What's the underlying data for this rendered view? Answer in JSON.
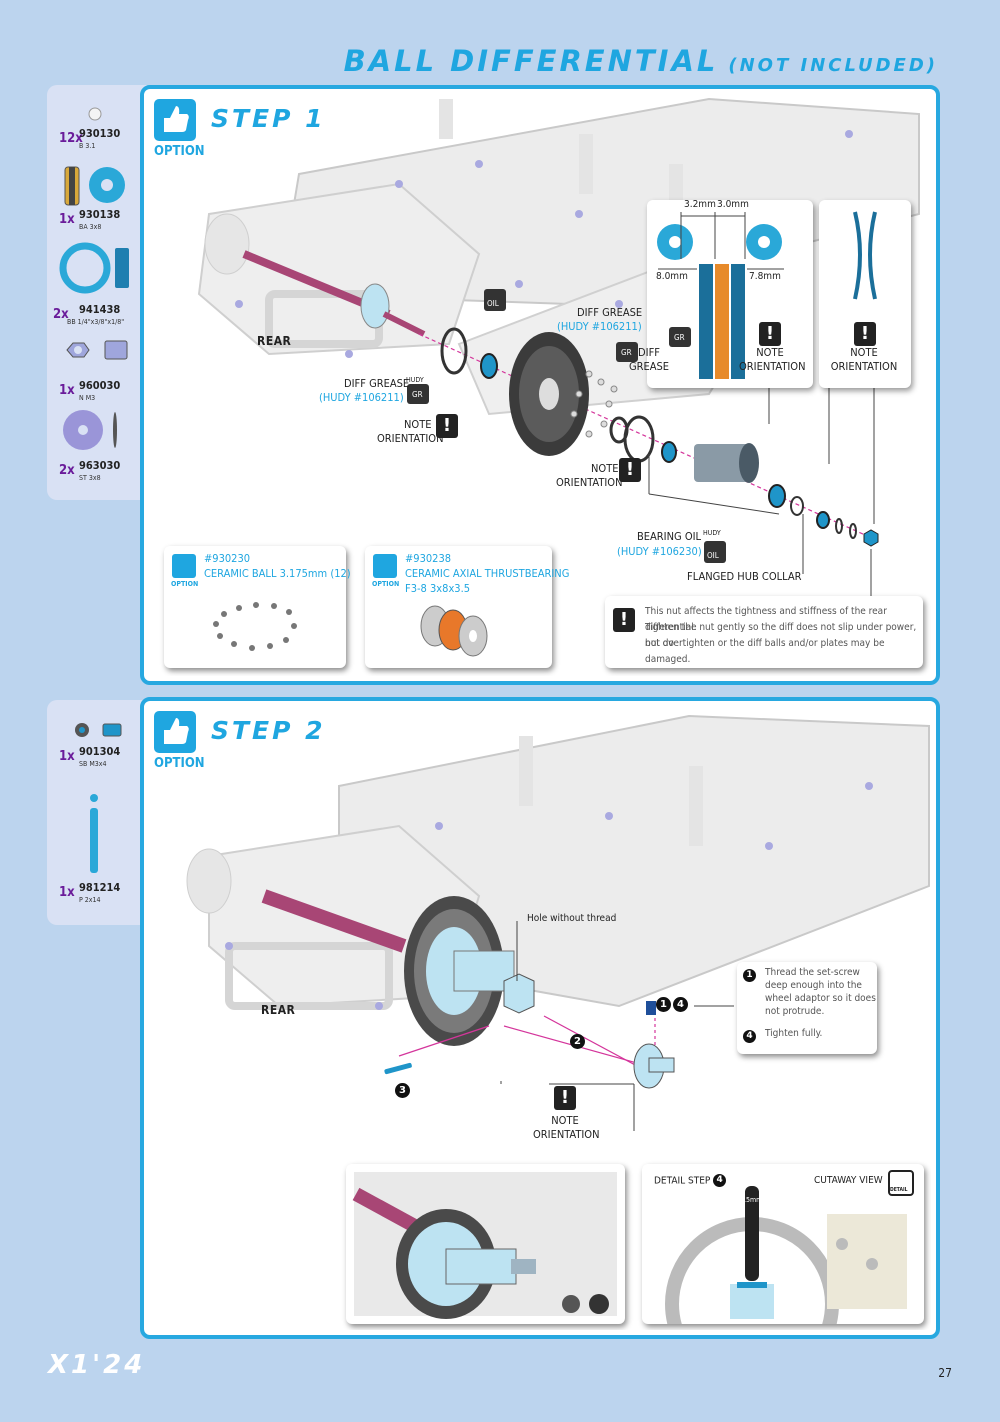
{
  "header": {
    "title": "BALL DIFFERENTIAL",
    "subtitle": "(NOT INCLUDED)"
  },
  "step1": {
    "title": "STEP  1",
    "option": "OPTION",
    "parts": [
      {
        "qty": "12x",
        "number": "930130",
        "desc": "B 3.1"
      },
      {
        "qty": "1x",
        "number": "930138",
        "desc": "BA 3x8"
      },
      {
        "qty": "2x",
        "number": "941438",
        "desc": "BB 1/4\"x3/8\"x1/8\""
      },
      {
        "qty": "1x",
        "number": "960030",
        "desc": "N M3"
      },
      {
        "qty": "2x",
        "number": "963030",
        "desc": "ST 3x8"
      }
    ],
    "rear": "REAR",
    "labels": {
      "diff_grease_left": "DIFF GREASE",
      "hudy_left": "(HUDY #106211)",
      "note_orient_1_a": "NOTE",
      "note_orient_1_b": "ORIENTATION",
      "diff_grease_top": "DIFF GREASE",
      "hudy_top": "(HUDY #106211)",
      "note_orient_2_a": "NOTE",
      "note_orient_2_b": "ORIENTATION",
      "bearing_oil": "BEARING OIL",
      "hudy_oil": "(HUDY #106230)",
      "flanged_hub_collar": "FLANGED HUB COLLAR",
      "gr": "GR",
      "oil": "OIL",
      "hudy_tag": "HUDY"
    },
    "detail_box": {
      "dim1": "3.2mm",
      "dim2": "3.0mm",
      "dim3": "8.0mm",
      "dim4": "7.8mm",
      "diff_a": "DIFF",
      "diff_b": "GREASE",
      "note_a": "NOTE",
      "note_b": "ORIENTATION"
    },
    "spring_box": {
      "note_a": "NOTE",
      "note_b": "ORIENTATION"
    },
    "option_cards": [
      {
        "part": "#930230",
        "name": "CERAMIC BALL 3.175mm  (12)",
        "option": "OPTION"
      },
      {
        "part": "#930238",
        "name": "CERAMIC AXIAL THRUSTBEARING",
        "name2": "F3-8 3x8x3.5",
        "option": "OPTION"
      }
    ],
    "note": {
      "line1": "This nut affects the tightness and stiffness of the rear differential.",
      "line2": "Tighten the nut gently so the diff does not slip under power, but do",
      "line3": "not overtighten or the diff balls and/or plates may be damaged."
    }
  },
  "step2": {
    "title": "STEP  2",
    "option": "OPTION",
    "parts": [
      {
        "qty": "1x",
        "number": "901304",
        "desc": "SB M3x4"
      },
      {
        "qty": "1x",
        "number": "981214",
        "desc": "P 2x14"
      }
    ],
    "rear": "REAR",
    "hole_without_thread": "Hole without thread",
    "note_a": "NOTE",
    "note_b": "ORIENTATION",
    "callout": {
      "n1": "1",
      "n4": "4",
      "line1": "Thread the set-screw",
      "line2": "deep enough into the",
      "line3": "wheel adaptor so it does",
      "line4": "not protrude.",
      "line5": "Tighten fully."
    },
    "step_nums": {
      "s1": "1",
      "s2": "2",
      "s3": "3",
      "s4": "4"
    },
    "detail_step": "DETAIL STEP",
    "cutaway_view": "CUTAWAY VIEW",
    "detail_tag": "DETAIL",
    "gauge": "1.5mm"
  },
  "footer": {
    "logo": "X1'24",
    "page_number": "27"
  }
}
